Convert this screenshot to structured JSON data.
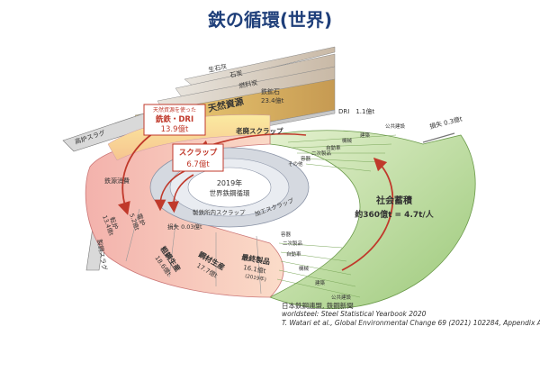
{
  "title": "鉄の循環(世界)",
  "resources": {
    "limestone": "生石灰",
    "coal": "石炭",
    "fuel": "燃料炭",
    "natural": "天然資源",
    "iron_ore_name": "鉄鉱石",
    "iron_ore_value": "23.4億t",
    "dri": "DRI　1.1億t"
  },
  "left_flows": {
    "blast_slag": "高炉スラグ",
    "steel_slag": "製鋼スラグ",
    "consumption": "鉄源消費",
    "loss": "損失 0.3億t"
  },
  "callout_pig": {
    "note": "天然資源を使った",
    "name": "銑鉄・DRI",
    "value": "13.9億t"
  },
  "callout_scrap": {
    "name": "スクラップ",
    "value": "6.7億t"
  },
  "center": {
    "year": "2019年",
    "label": "世界鉄鋼循環"
  },
  "ring_labels": {
    "old_scrap": "老廃スクラップ",
    "mill_scrap": "製鉄所内スクラップ",
    "process_scrap": "加工スクラップ",
    "loss_small": "損失 0.03億t"
  },
  "stages": {
    "converter_name": "転炉",
    "converter_value": "13.4億t",
    "eaf_name": "電炉",
    "eaf_value": "5.2億t",
    "crude_name": "粗鋼生産",
    "crude_value": "18.6億t",
    "steel_name": "鋼材生産",
    "steel_value": "17.7億t",
    "final_name": "最終製品",
    "final_value": "16.1億t",
    "final_note": "(2019年)"
  },
  "society": {
    "name": "社会蓄積",
    "value": "約360億t = 4.7t/人"
  },
  "sectors_top": [
    "公共建設",
    "建築",
    "機械",
    "自動車",
    "二次製品",
    "容器",
    "その他"
  ],
  "sectors_bottom": [
    "容器",
    "二次製品",
    "自動車",
    "機械",
    "建築",
    "公共建設"
  ],
  "sources": [
    "日本鉄鋼連盟, 鉄鋼新聞",
    "worldsteel: Steel Statistical Yearbook 2020",
    "T. Watari et al., Global Environmental Change 69 (2021) 102284,  Appendix A"
  ]
}
